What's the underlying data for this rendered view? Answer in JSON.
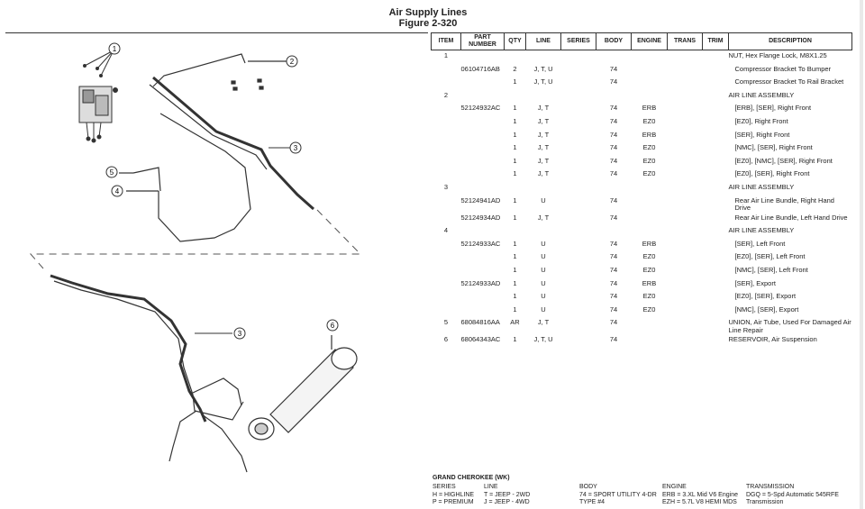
{
  "header": {
    "title": "Air Supply Lines",
    "figure": "Figure 2-320"
  },
  "callouts": [
    "1",
    "2",
    "3",
    "4",
    "5",
    "3",
    "6"
  ],
  "table": {
    "columns": [
      "ITEM",
      "PART NUMBER",
      "QTY",
      "LINE",
      "SERIES",
      "BODY",
      "ENGINE",
      "TRANS",
      "TRIM",
      "DESCRIPTION"
    ],
    "rows": [
      {
        "item": "1",
        "part": "",
        "qty": "",
        "line": "",
        "series": "",
        "body": "",
        "engine": "",
        "trans": "",
        "trim": "",
        "desc": "NUT, Hex Flange Lock, M8X1.25",
        "sub": false
      },
      {
        "item": "",
        "part": "06104716AB",
        "qty": "2",
        "line": "J, T, U",
        "series": "",
        "body": "74",
        "engine": "",
        "trans": "",
        "trim": "",
        "desc": "Compressor Bracket To Bumper",
        "sub": true
      },
      {
        "item": "",
        "part": "",
        "qty": "1",
        "line": "J, T, U",
        "series": "",
        "body": "74",
        "engine": "",
        "trans": "",
        "trim": "",
        "desc": "Compressor Bracket To Rail Bracket",
        "sub": true
      },
      {
        "item": "2",
        "part": "",
        "qty": "",
        "line": "",
        "series": "",
        "body": "",
        "engine": "",
        "trans": "",
        "trim": "",
        "desc": "AIR LINE ASSEMBLY",
        "sub": false
      },
      {
        "item": "",
        "part": "52124932AC",
        "qty": "1",
        "line": "J, T",
        "series": "",
        "body": "74",
        "engine": "ERB",
        "trans": "",
        "trim": "",
        "desc": "[ERB], [SER], Right Front",
        "sub": true
      },
      {
        "item": "",
        "part": "",
        "qty": "1",
        "line": "J, T",
        "series": "",
        "body": "74",
        "engine": "EZ0",
        "trans": "",
        "trim": "",
        "desc": "[EZ0], Right Front",
        "sub": true
      },
      {
        "item": "",
        "part": "",
        "qty": "1",
        "line": "J, T",
        "series": "",
        "body": "74",
        "engine": "ERB",
        "trans": "",
        "trim": "",
        "desc": "[SER], Right Front",
        "sub": true
      },
      {
        "item": "",
        "part": "",
        "qty": "1",
        "line": "J, T",
        "series": "",
        "body": "74",
        "engine": "EZ0",
        "trans": "",
        "trim": "",
        "desc": "[NMC], [SER], Right Front",
        "sub": true
      },
      {
        "item": "",
        "part": "",
        "qty": "1",
        "line": "J, T",
        "series": "",
        "body": "74",
        "engine": "EZ0",
        "trans": "",
        "trim": "",
        "desc": "[EZ0], [NMC], [SER], Right Front",
        "sub": true
      },
      {
        "item": "",
        "part": "",
        "qty": "1",
        "line": "J, T",
        "series": "",
        "body": "74",
        "engine": "EZ0",
        "trans": "",
        "trim": "",
        "desc": "[EZ0], [SER], Right Front",
        "sub": true
      },
      {
        "item": "3",
        "part": "",
        "qty": "",
        "line": "",
        "series": "",
        "body": "",
        "engine": "",
        "trans": "",
        "trim": "",
        "desc": "AIR LINE ASSEMBLY",
        "sub": false
      },
      {
        "item": "",
        "part": "52124941AD",
        "qty": "1",
        "line": "U",
        "series": "",
        "body": "74",
        "engine": "",
        "trans": "",
        "trim": "",
        "desc": "Rear Air Line Bundle, Right Hand Drive",
        "sub": true
      },
      {
        "item": "",
        "part": "52124934AD",
        "qty": "1",
        "line": "J, T",
        "series": "",
        "body": "74",
        "engine": "",
        "trans": "",
        "trim": "",
        "desc": "Rear Air Line Bundle, Left Hand Drive",
        "sub": true
      },
      {
        "item": "4",
        "part": "",
        "qty": "",
        "line": "",
        "series": "",
        "body": "",
        "engine": "",
        "trans": "",
        "trim": "",
        "desc": "AIR LINE ASSEMBLY",
        "sub": false
      },
      {
        "item": "",
        "part": "52124933AC",
        "qty": "1",
        "line": "U",
        "series": "",
        "body": "74",
        "engine": "ERB",
        "trans": "",
        "trim": "",
        "desc": "[SER], Left Front",
        "sub": true
      },
      {
        "item": "",
        "part": "",
        "qty": "1",
        "line": "U",
        "series": "",
        "body": "74",
        "engine": "EZ0",
        "trans": "",
        "trim": "",
        "desc": "[EZ0], [SER], Left Front",
        "sub": true
      },
      {
        "item": "",
        "part": "",
        "qty": "1",
        "line": "U",
        "series": "",
        "body": "74",
        "engine": "EZ0",
        "trans": "",
        "trim": "",
        "desc": "[NMC], [SER], Left Front",
        "sub": true
      },
      {
        "item": "",
        "part": "52124933AD",
        "qty": "1",
        "line": "U",
        "series": "",
        "body": "74",
        "engine": "ERB",
        "trans": "",
        "trim": "",
        "desc": "[SER], Export",
        "sub": true
      },
      {
        "item": "",
        "part": "",
        "qty": "1",
        "line": "U",
        "series": "",
        "body": "74",
        "engine": "EZ0",
        "trans": "",
        "trim": "",
        "desc": "[EZ0], [SER], Export",
        "sub": true
      },
      {
        "item": "",
        "part": "",
        "qty": "1",
        "line": "U",
        "series": "",
        "body": "74",
        "engine": "EZ0",
        "trans": "",
        "trim": "",
        "desc": "[NMC], [SER], Export",
        "sub": true
      },
      {
        "item": "5",
        "part": "68084816AA",
        "qty": "AR",
        "line": "J, T",
        "series": "",
        "body": "74",
        "engine": "",
        "trans": "",
        "trim": "",
        "desc": "UNION, Air Tube, Used For Damaged Air Line Repair",
        "sub": false
      },
      {
        "item": "6",
        "part": "68064343AC",
        "qty": "1",
        "line": "J, T, U",
        "series": "",
        "body": "74",
        "engine": "",
        "trans": "",
        "trim": "",
        "desc": "RESERVOIR, Air Suspension",
        "sub": false
      }
    ]
  },
  "legend": {
    "title": "GRAND CHEROKEE (WK)",
    "series_head": "SERIES",
    "series_1": "H = HIGHLINE",
    "series_2": "P = PREMIUM",
    "line_head": "LINE",
    "line_1": "T = JEEP - 2WD",
    "line_2": "J = JEEP - 4WD",
    "body_head": "BODY",
    "body_1": "74 = SPORT UTILITY 4-DR",
    "body_2": "TYPE #4",
    "engine_head": "ENGINE",
    "engine_1": "ERB = 3.XL Mid V6 Engine",
    "engine_2": "EZH = 5.7L V8 HEMI MDS",
    "trans_head": "TRANSMISSION",
    "trans_1": "DGQ = 5-Spd Automatic 545RFE",
    "trans_2": "Transmission"
  }
}
